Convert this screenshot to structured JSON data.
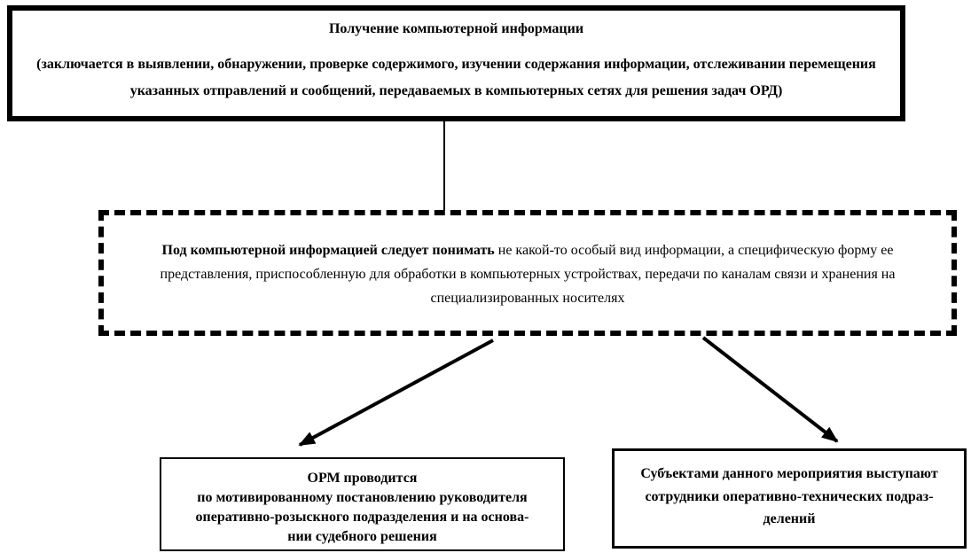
{
  "top_box": {
    "title": "Получение компьютерной информации",
    "body": "(заключается в выявлении, обнаружении, проверке содержимого, изучении содержания информации, отслеживании перемещения указанных отправлений и сообщений, передаваемых в компьютерных сетях для решения задач ОРД)"
  },
  "definition_box": {
    "lead": "Под компьютерной информацией следует понимать",
    "body": " не какой-то особый вид информации, а специфическую форму ее представления, приспособленную для обработки в компьютерных устройствах, передачи по каналам связи и хранения на специализированных носителях"
  },
  "left_box": {
    "lines": [
      "ОРМ проводится",
      "по мотивированному постановлению руководителя",
      "оперативно-розыскного подразделения и на основа-",
      "нии судебного решения"
    ]
  },
  "right_box": {
    "lines": [
      "Субъектами данного мероприятия выступают",
      "сотрудники оперативно-технических подраз-",
      "делений"
    ]
  },
  "colors": {
    "line": "#000000",
    "background": "#ffffff"
  }
}
